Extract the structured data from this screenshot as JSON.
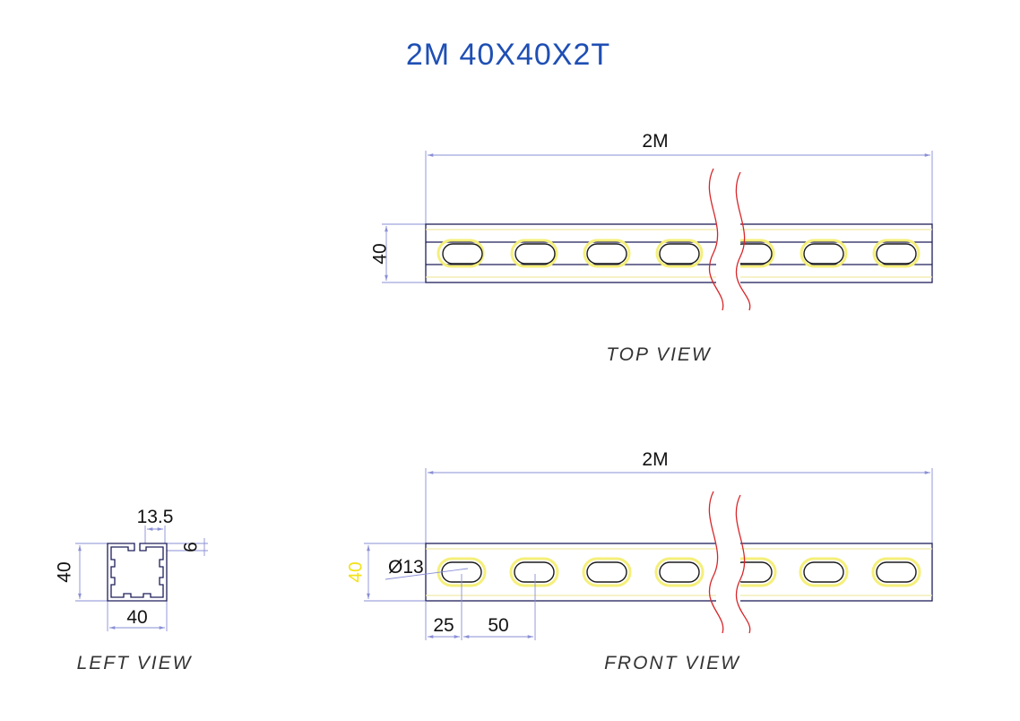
{
  "title": "2M 40X40X2T",
  "top_view": {
    "caption": "TOP VIEW",
    "length_label": "2M",
    "width_label": "40"
  },
  "front_view": {
    "caption": "FRONT VIEW",
    "length_label": "2M",
    "height_label": "40",
    "slot_label": "Ø13",
    "offset_label": "25",
    "pitch_label": "50"
  },
  "left_view": {
    "caption": "LEFT VIEW",
    "opening_label": "13.5",
    "lip_label": "6",
    "height_label": "40",
    "width_label": "40"
  },
  "colors": {
    "title": "#1f4fb4",
    "outline": "#1e1e5a",
    "dimension_line": "#8a8fd6",
    "break_line": "#d7262a",
    "highlight": "#f3e21a"
  }
}
